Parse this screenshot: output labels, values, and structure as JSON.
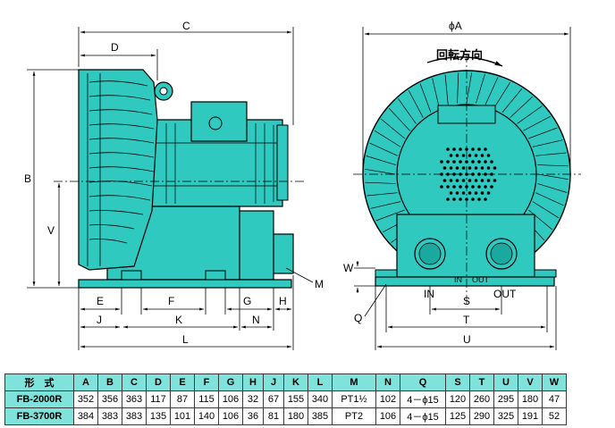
{
  "dimension_labels": {
    "C": "C",
    "D": "D",
    "B": "B",
    "V": "V",
    "E": "E",
    "F": "F",
    "G": "G",
    "H": "H",
    "J": "J",
    "K": "K",
    "N": "N",
    "L": "L",
    "M": "M",
    "phiA": "ϕA",
    "W": "W",
    "IN": "IN",
    "OUT": "OUT",
    "S": "S",
    "T": "T",
    "U": "U",
    "Q": "Q",
    "in_small": "IN",
    "out_small": "OUT"
  },
  "rotation_label": "回転方向",
  "table": {
    "header_model": "形　式",
    "columns": [
      "A",
      "B",
      "C",
      "D",
      "E",
      "F",
      "G",
      "H",
      "J",
      "K",
      "L",
      "M",
      "N",
      "Q",
      "S",
      "T",
      "U",
      "V",
      "W"
    ],
    "rows": [
      {
        "model": "FB-2000R",
        "values": [
          "352",
          "356",
          "363",
          "117",
          "87",
          "115",
          "106",
          "32",
          "67",
          "155",
          "340",
          "PT1½",
          "102",
          "4－ϕ15",
          "120",
          "260",
          "295",
          "180",
          "47"
        ]
      },
      {
        "model": "FB-3700R",
        "values": [
          "384",
          "383",
          "383",
          "135",
          "101",
          "140",
          "106",
          "36",
          "81",
          "180",
          "385",
          "PT2",
          "106",
          "4－ϕ15",
          "125",
          "290",
          "325",
          "191",
          "52"
        ]
      }
    ]
  },
  "colors": {
    "body_fill": "#2fc9c0",
    "table_header": "#7fe3dc",
    "line": "#000000"
  }
}
